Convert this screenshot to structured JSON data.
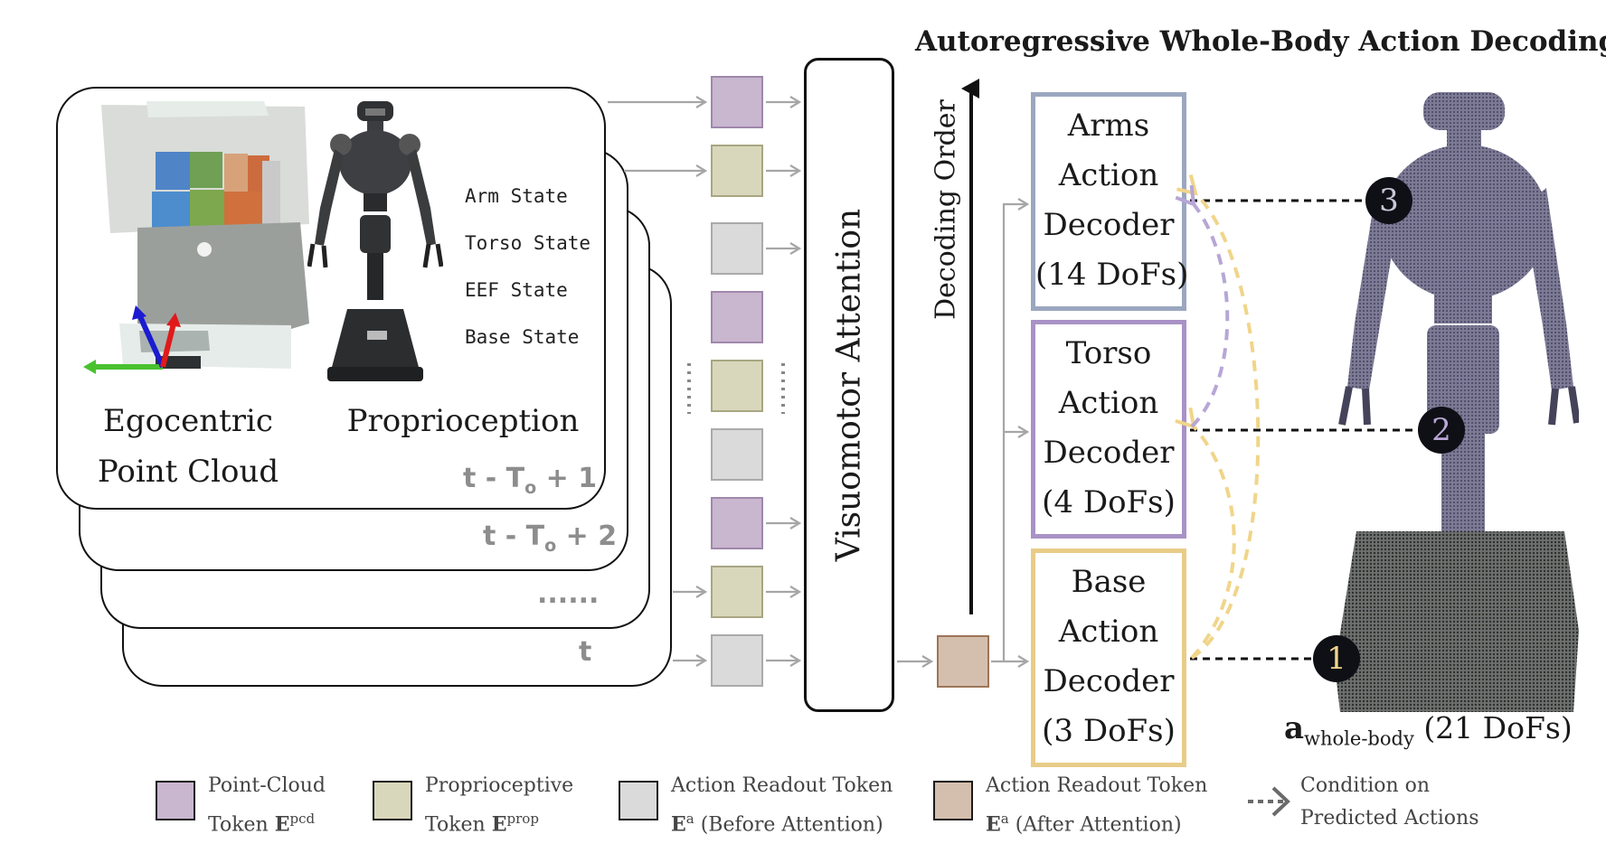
{
  "title": "Autoregressive Whole-Body Action Decoding",
  "frames": {
    "captions": [
      "Egocentric",
      "Point Cloud",
      "Proprioception"
    ],
    "state_labels": [
      "Arm State",
      "Torso State",
      "EEF State",
      "Base State"
    ],
    "time_labels": [
      "t - T",
      "o",
      "+ 1",
      "t - T",
      "o",
      "+ 2",
      "......",
      "t"
    ]
  },
  "attention_label": "Visuomotor Attention",
  "decoding_order_label": "Decoding Order",
  "decoders": {
    "arms": [
      "Arms",
      "Action",
      "Decoder",
      "(14 DoFs)"
    ],
    "torso": [
      "Torso",
      "Action",
      "Decoder",
      "(4 DoFs)"
    ],
    "base": [
      "Base",
      "Action",
      "Decoder",
      "(3 DoFs)"
    ]
  },
  "order_badges": [
    "1",
    "2",
    "3"
  ],
  "whole_body": {
    "symbol": "a",
    "subscript": "whole-body",
    "dofs": "(21 DoFs)"
  },
  "legend": [
    {
      "line1": "Point-Cloud",
      "line2_text": "Token ",
      "line2_bold": "E",
      "line2_sup": "pcd",
      "line2_rest": ""
    },
    {
      "line1": "Proprioceptive",
      "line2_text": "Token ",
      "line2_bold": "E",
      "line2_sup": "prop",
      "line2_rest": ""
    },
    {
      "line1": "Action Readout Token",
      "line2_text": "",
      "line2_bold": "E",
      "line2_sup": "a",
      "line2_rest": " (Before Attention)"
    },
    {
      "line1": "Action Readout Token",
      "line2_text": "",
      "line2_bold": "E",
      "line2_sup": "a",
      "line2_rest": " (After Attention)"
    },
    {
      "line1": "Condition on",
      "line2_text": "Predicted Actions",
      "line2_bold": "",
      "line2_sup": "",
      "line2_rest": ""
    }
  ],
  "colors": {
    "pcd_token": "#c9b6cf",
    "prop_token": "#d9d7bb",
    "action_token": "#dadada",
    "after_token": "#d4bfae",
    "arms_border": "#9ba7bf",
    "torso_border": "#a992c6",
    "base_border": "#e8cc88",
    "badge_3": "#c8c8d8",
    "badge_2": "#b7a6d6",
    "badge_1": "#f0d58a"
  },
  "token_column": [
    "pcd",
    "prop",
    "action",
    "pcd",
    "prop",
    "action",
    "pcd",
    "prop",
    "action"
  ]
}
